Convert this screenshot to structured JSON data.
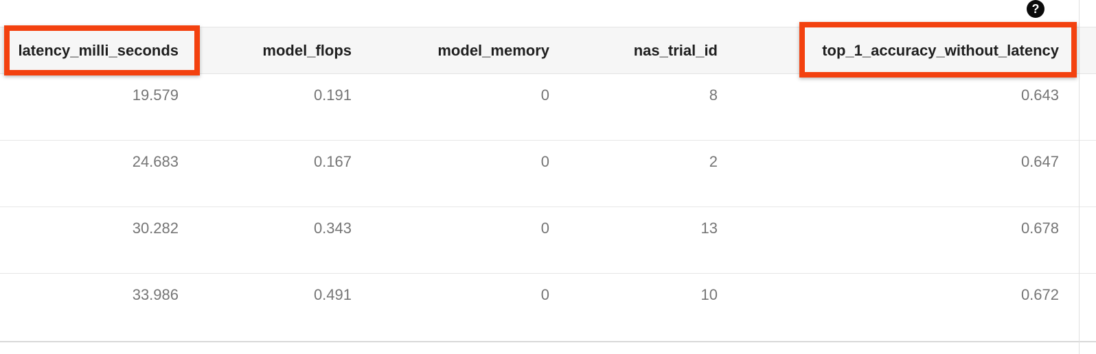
{
  "help": {
    "icon_label": "?"
  },
  "table": {
    "columns": [
      {
        "key": "latency_milli_seconds",
        "label": "latency_milli_seconds",
        "highlighted": true
      },
      {
        "key": "model_flops",
        "label": "model_flops",
        "highlighted": false
      },
      {
        "key": "model_memory",
        "label": "model_memory",
        "highlighted": false
      },
      {
        "key": "nas_trial_id",
        "label": "nas_trial_id",
        "highlighted": false
      },
      {
        "key": "top_1_accuracy_without_latency",
        "label": "top_1_accuracy_without_latency",
        "highlighted": true
      }
    ],
    "rows": [
      [
        "19.579",
        "0.191",
        "0",
        "8",
        "0.643"
      ],
      [
        "24.683",
        "0.167",
        "0",
        "2",
        "0.647"
      ],
      [
        "30.282",
        "0.343",
        "0",
        "13",
        "0.678"
      ],
      [
        "33.986",
        "0.491",
        "0",
        "10",
        "0.672"
      ]
    ]
  },
  "colors": {
    "highlight_box": "#F3410F",
    "header_background": "#F6F6F6",
    "header_text": "#1F1F1F",
    "cell_text": "#757575",
    "row_border": "#E6E6E6",
    "help_icon_background": "#0B0B0B"
  }
}
